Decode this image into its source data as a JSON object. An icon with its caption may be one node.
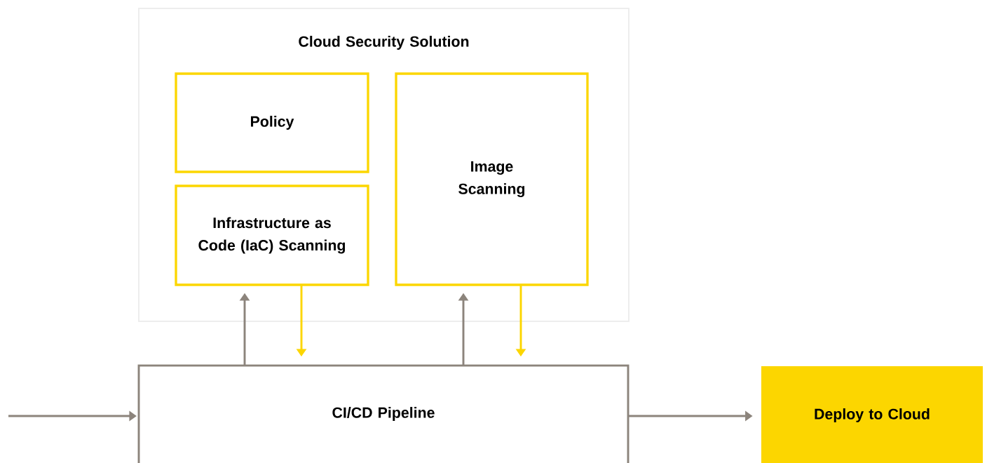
{
  "diagram": {
    "nodes": [
      {
        "text": [
          "Cloud Security Solution"
        ]
      },
      {
        "text": [
          "Policy"
        ],
        "in": 0
      },
      {
        "text": [
          "Image Scanning"
        ],
        "in": 0
      },
      {
        "text": [
          "Infrastructure as Code (IaC) Scanning"
        ],
        "in": 0
      },
      {
        "text": [
          "CI/CD Pipeline"
        ]
      },
      {
        "text": [
          "Deploy to Cloud"
        ]
      }
    ],
    "edges": [
      {
        "from": 4,
        "to": 3,
        "arrow": "to"
      },
      {
        "from": 3,
        "to": 4,
        "arrow": "to",
        "color": "#fcd600"
      },
      {
        "from": 4,
        "to": 2,
        "arrow": "to"
      },
      {
        "from": 2,
        "to": 4,
        "arrow": "to",
        "color": "#fcd600"
      },
      {
        "from": null,
        "to": 4,
        "arrow": "to"
      },
      {
        "from": 4,
        "to": 5,
        "arrow": "to"
      }
    ]
  }
}
